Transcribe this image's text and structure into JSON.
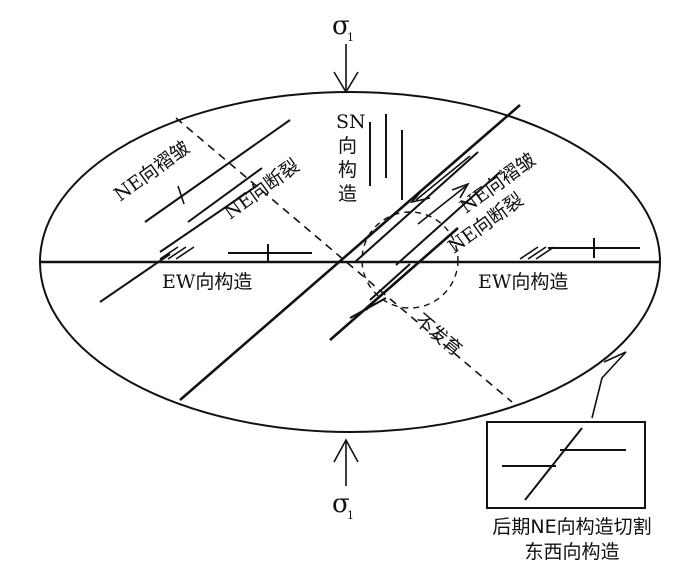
{
  "sigma": {
    "symbol": "σ",
    "subscript": "1"
  },
  "labels": {
    "ne_fold_left": "NE向褶皱",
    "ne_fault_left": "NE向断裂",
    "sn_line1": "SN",
    "sn_line2": "向",
    "sn_line3": "构",
    "sn_line4": "造",
    "ne_fold_right": "NE向褶皱",
    "ne_fault_right": "NE向断裂",
    "ew_left": "EW向构造",
    "ew_right": "EW向构造",
    "undeveloped": "不发育"
  },
  "inset": {
    "caption_line1": "后期NE向构造切割",
    "caption_line2": "东西向构造"
  }
}
